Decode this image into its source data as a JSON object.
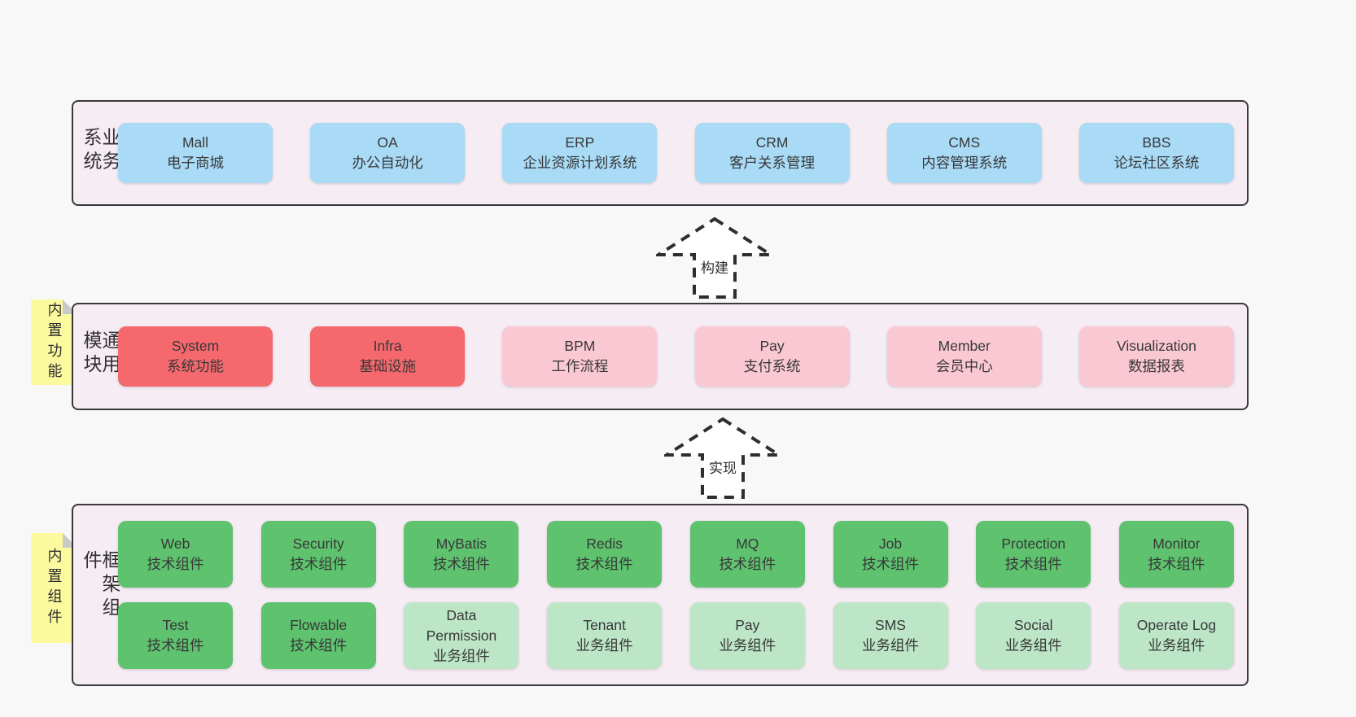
{
  "colors": {
    "page_bg": "#f8f8f8",
    "band_bg": "#f6ecf4",
    "band_border": "#3a3a3a",
    "blue": "#a9dbf7",
    "red": "#f5696e",
    "pink": "#fac8d3",
    "green_dark": "#5ec26f",
    "green_light": "#bde6c7",
    "note_yellow": "#fbfa9f",
    "note_fold_gray": "#c9c9c9",
    "arrow_stroke": "#2e2e2e"
  },
  "arrows": [
    {
      "label": "构建"
    },
    {
      "label": "实现"
    }
  ],
  "bands": [
    {
      "label": "业务系统",
      "boxes": [
        {
          "title": "Mall",
          "subtitle": "电子商城"
        },
        {
          "title": "OA",
          "subtitle": "办公自动化"
        },
        {
          "title": "ERP",
          "subtitle": "企业资源计划系统"
        },
        {
          "title": "CRM",
          "subtitle": "客户关系管理"
        },
        {
          "title": "CMS",
          "subtitle": "内容管理系统"
        },
        {
          "title": "BBS",
          "subtitle": "论坛社区系统"
        }
      ]
    },
    {
      "label": "通用模块",
      "note": "内置功能",
      "boxes": [
        {
          "title": "System",
          "subtitle": "系统功能"
        },
        {
          "title": "Infra",
          "subtitle": "基础设施"
        },
        {
          "title": "BPM",
          "subtitle": "工作流程"
        },
        {
          "title": "Pay",
          "subtitle": "支付系统"
        },
        {
          "title": "Member",
          "subtitle": "会员中心"
        },
        {
          "title": "Visualization",
          "subtitle": "数据报表"
        }
      ]
    },
    {
      "label": "框架组件",
      "note": "内置组件",
      "rows": [
        [
          {
            "title": "Web",
            "subtitle": "技术组件"
          },
          {
            "title": "Security",
            "subtitle": "技术组件"
          },
          {
            "title": "MyBatis",
            "subtitle": "技术组件"
          },
          {
            "title": "Redis",
            "subtitle": "技术组件"
          },
          {
            "title": "MQ",
            "subtitle": "技术组件"
          },
          {
            "title": "Job",
            "subtitle": "技术组件"
          },
          {
            "title": "Protection",
            "subtitle": "技术组件"
          },
          {
            "title": "Monitor",
            "subtitle": "技术组件"
          }
        ],
        [
          {
            "title": "Test",
            "subtitle": "技术组件"
          },
          {
            "title": "Flowable",
            "subtitle": "技术组件"
          },
          {
            "title": "Data Permission",
            "subtitle": "业务组件"
          },
          {
            "title": "Tenant",
            "subtitle": "业务组件"
          },
          {
            "title": "Pay",
            "subtitle": "业务组件"
          },
          {
            "title": "SMS",
            "subtitle": "业务组件"
          },
          {
            "title": "Social",
            "subtitle": "业务组件"
          },
          {
            "title": "Operate Log",
            "subtitle": "业务组件"
          }
        ]
      ]
    }
  ]
}
